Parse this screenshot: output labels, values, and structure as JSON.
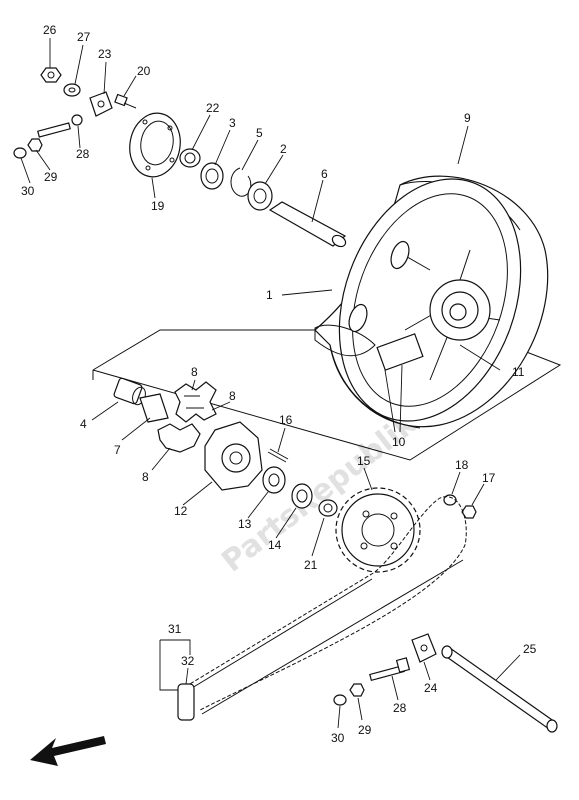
{
  "watermark": "PartsRepublik",
  "callouts": {
    "c1": "1",
    "c2": "2",
    "c3": "3",
    "c4": "4",
    "c5": "5",
    "c6": "6",
    "c7": "7",
    "c8a": "8",
    "c8b": "8",
    "c8c": "8",
    "c9": "9",
    "c10": "10",
    "c11": "11",
    "c12": "12",
    "c13": "13",
    "c14": "14",
    "c15": "15",
    "c16": "16",
    "c17": "17",
    "c18": "18",
    "c19": "19",
    "c20": "20",
    "c21": "21",
    "c22": "22",
    "c23": "23",
    "c24": "24",
    "c25": "25",
    "c26": "26",
    "c27": "27",
    "c28a": "28",
    "c28b": "28",
    "c29a": "29",
    "c29b": "29",
    "c30a": "30",
    "c30b": "30",
    "c31": "31",
    "c32": "32"
  },
  "icons": {
    "front_arrow": "arrow-left-down-icon"
  }
}
